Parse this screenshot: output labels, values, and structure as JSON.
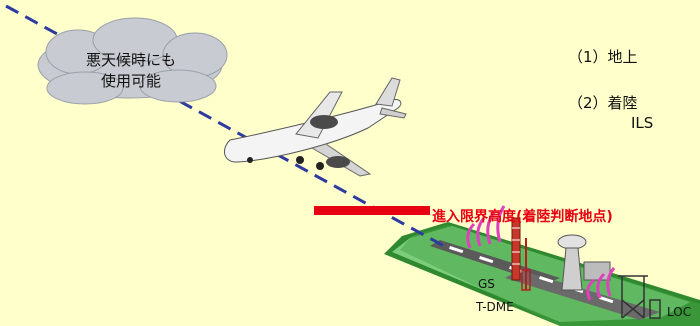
{
  "cloud": {
    "line1": "悪天候時にも",
    "line2": "使用可能"
  },
  "items": [
    {
      "line1": "（1）地上"
    },
    {
      "line1": "（2）着陸",
      "line2": "ILS"
    }
  ],
  "labels": {
    "minimum_altitude": "進入限界高度(着陸判断地点)",
    "gs": "GS",
    "tdme": "T-DME",
    "loc": "LOC"
  },
  "colors": {
    "background": "#ffffcc",
    "approach_path": "#2d3aa0",
    "minimum_altitude": "#e60012",
    "runway_green": "#3c9e3c",
    "signal_arcs": "#e040c0",
    "cloud": "#c8ccd2"
  }
}
